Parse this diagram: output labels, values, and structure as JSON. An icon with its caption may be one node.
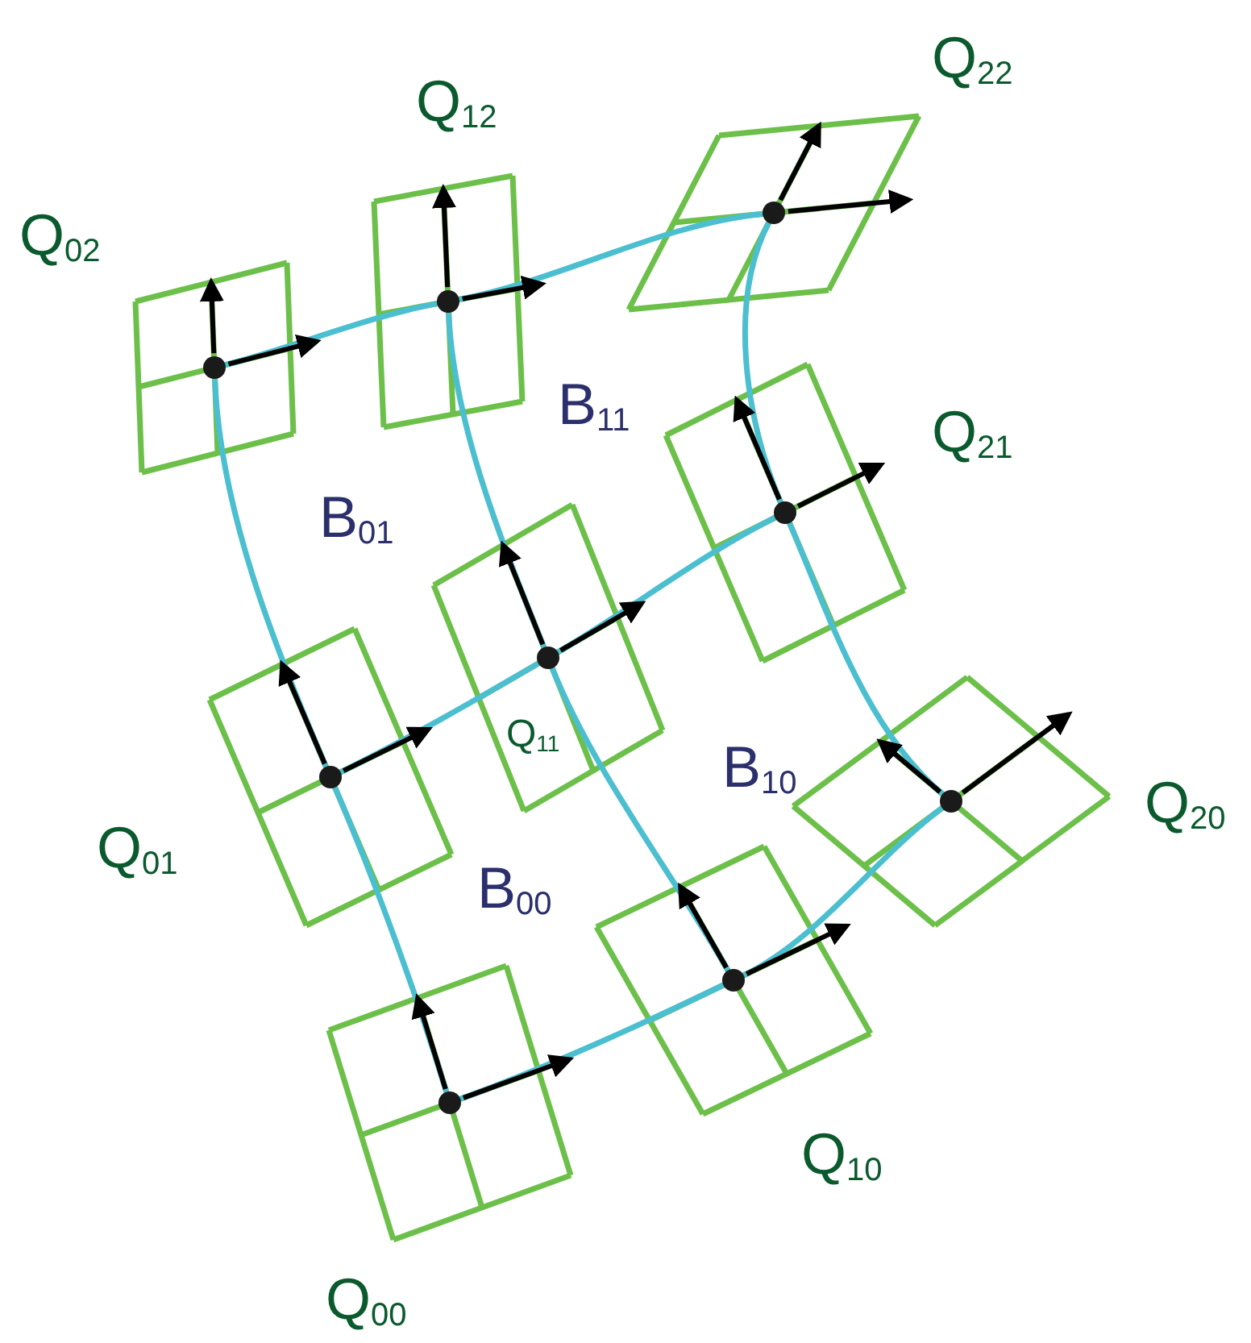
{
  "diagram": {
    "nodes": [
      {
        "text": [],
        "shape": "circle",
        "beside": [
          "Q$_{02}$"
        ]
      },
      {
        "text": [],
        "shape": "circle",
        "beside": [
          "Q$_{12}$"
        ]
      },
      {
        "text": [],
        "shape": "circle",
        "beside": [
          "Q$_{22}$"
        ]
      },
      {
        "text": [],
        "shape": "circle",
        "beside": [
          "Q$_{21}$"
        ]
      },
      {
        "text": [],
        "shape": "circle",
        "beside": [
          "Q$_{01}$"
        ]
      },
      {
        "text": [],
        "shape": "circle",
        "beside": [
          "Q$_{11}$"
        ]
      },
      {
        "text": [],
        "shape": "circle",
        "beside": [
          "Q$_{20}$"
        ]
      },
      {
        "text": [],
        "shape": "circle",
        "beside": [
          "Q$_{10}$"
        ]
      },
      {
        "text": [],
        "shape": "circle",
        "beside": [
          "Q$_{00}$"
        ]
      }
    ],
    "edges": [
      {
        "from": 0,
        "to": 1,
        "arrow": "none"
      },
      {
        "from": 1,
        "to": 2,
        "arrow": "none"
      },
      {
        "from": 4,
        "to": 5,
        "arrow": "none"
      },
      {
        "from": 5,
        "to": 3,
        "arrow": "none"
      },
      {
        "from": 8,
        "to": 7,
        "arrow": "none"
      },
      {
        "from": 7,
        "to": 6,
        "arrow": "none"
      },
      {
        "from": 8,
        "to": 4,
        "arrow": "none"
      },
      {
        "from": 4,
        "to": 0,
        "arrow": "none"
      },
      {
        "from": 7,
        "to": 5,
        "arrow": "none"
      },
      {
        "from": 5,
        "to": 1,
        "arrow": "none"
      },
      {
        "from": 6,
        "to": 3,
        "arrow": "none"
      },
      {
        "from": 3,
        "to": 2,
        "arrow": "none"
      }
    ],
    "labels": [
      "B$_{11}$",
      "B$_{01}$",
      "B$_{10}$",
      "B$_{00}$"
    ]
  }
}
